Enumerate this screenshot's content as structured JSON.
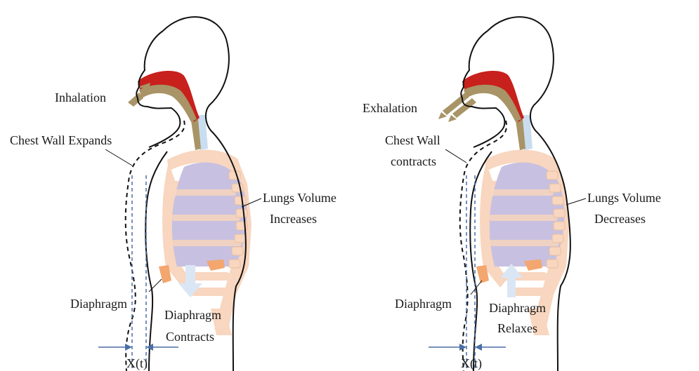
{
  "left_panel": {
    "breath_label": "Inhalation",
    "chest_wall_label": "Chest Wall Expands",
    "lungs_label_line1": "Lungs Volume",
    "lungs_label_line2": "Increases",
    "diaphragm_label": "Diaphragm",
    "diaphragm_action_line1": "Diaphragm",
    "diaphragm_action_line2": "Contracts",
    "displacement_label": "X(t)"
  },
  "right_panel": {
    "breath_label": "Exhalation",
    "chest_wall_label_line1": "Chest Wall",
    "chest_wall_label_line2": "contracts",
    "lungs_label_line1": "Lungs Volume",
    "lungs_label_line2": "Decreases",
    "diaphragm_label": "Diaphragm",
    "diaphragm_action_line1": "Diaphragm",
    "diaphragm_action_line2": "Relaxes",
    "displacement_label": "X(t)"
  },
  "colors": {
    "outline": "#111111",
    "ribs": "#f8d6bf",
    "lung": "#c7c0e0",
    "airway_red": "#c8201c",
    "airway_tan": "#a89466",
    "trachea": "#c9ddf0",
    "diaphragm": "#f3a66e",
    "arrow_blue": "#dbe6f4",
    "measure_line": "#4a6fa5"
  }
}
